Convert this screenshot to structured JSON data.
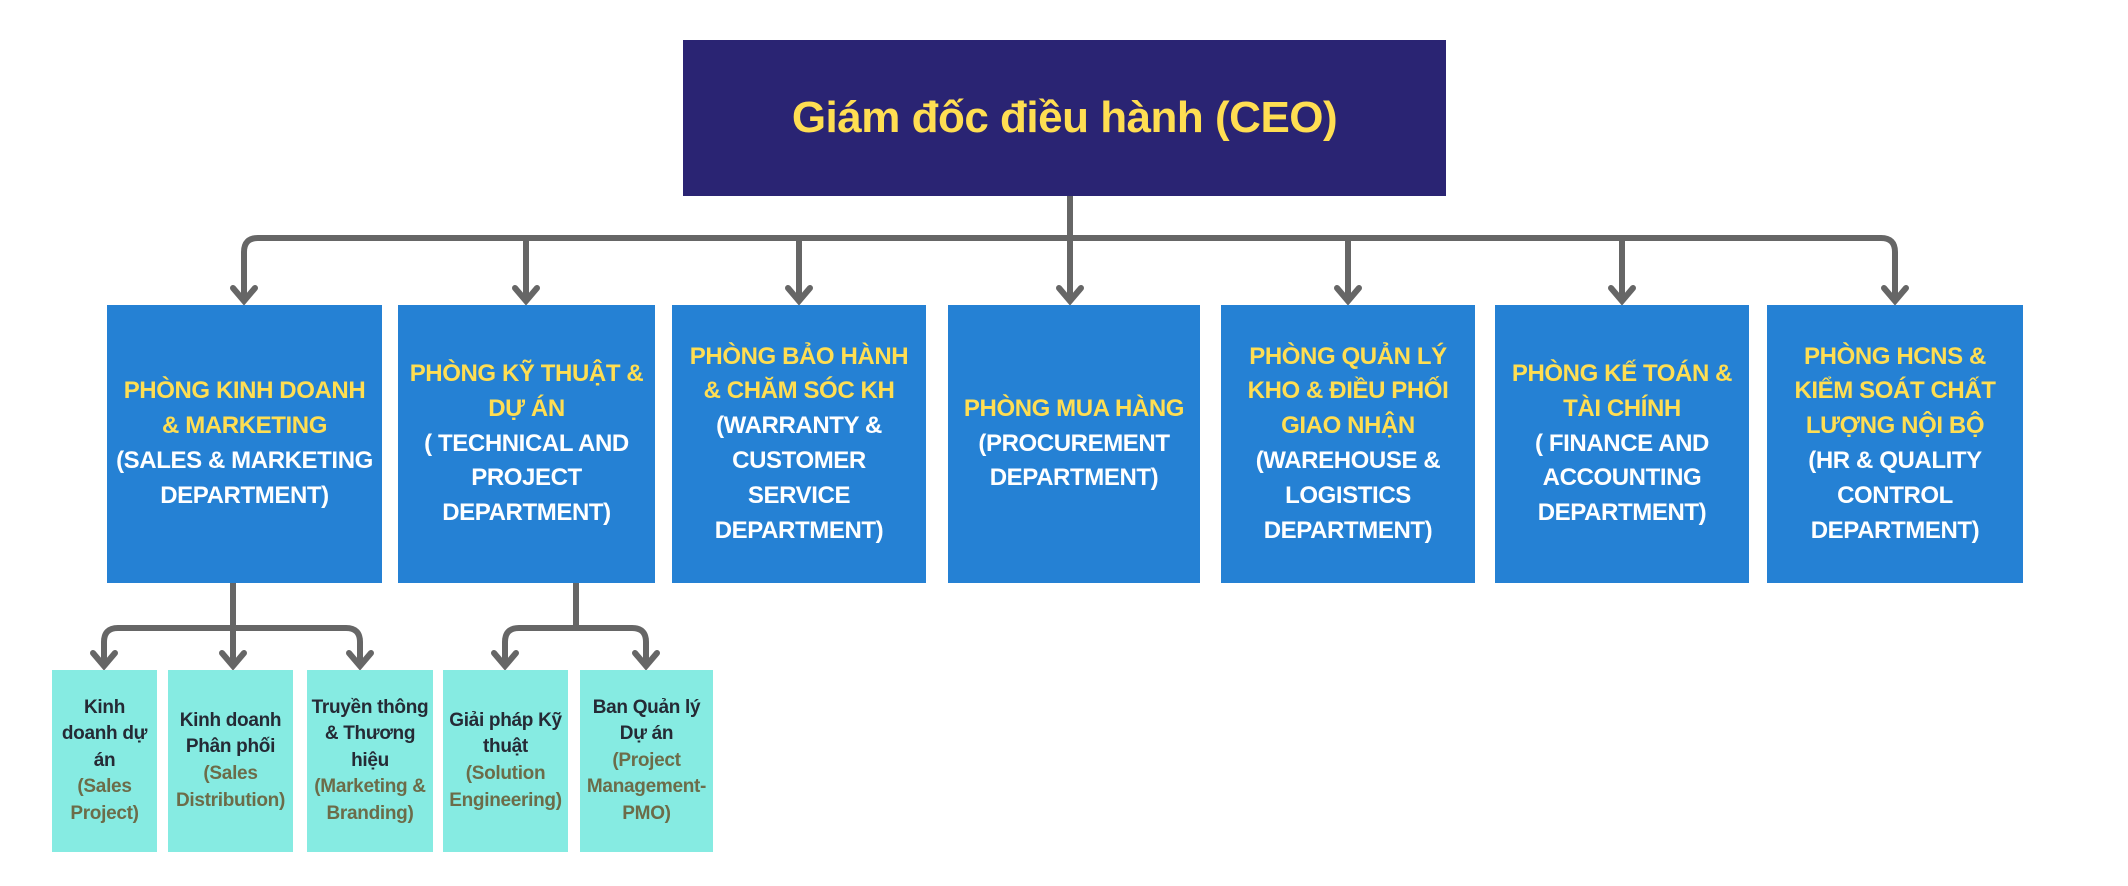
{
  "ceo": {
    "label": "Giám đốc điều hành (CEO)"
  },
  "departments": [
    {
      "name_vi": "PHÒNG KINH DOANH & MARKETING",
      "name_en": "(SALES & MARKETING DEPARTMENT)"
    },
    {
      "name_vi": "PHÒNG KỸ THUẬT & DỰ ÁN",
      "name_en": "( TECHNICAL AND PROJECT DEPARTMENT)"
    },
    {
      "name_vi": "PHÒNG BẢO HÀNH & CHĂM SÓC KH",
      "name_en": "(WARRANTY & CUSTOMER SERVICE DEPARTMENT)"
    },
    {
      "name_vi": "PHÒNG MUA HÀNG",
      "name_en": "(PROCUREMENT DEPARTMENT)"
    },
    {
      "name_vi": "PHÒNG QUẢN LÝ KHO & ĐIỀU PHỐI GIAO NHẬN",
      "name_en": "(WAREHOUSE & LOGISTICS DEPARTMENT)"
    },
    {
      "name_vi": "PHÒNG KẾ TOÁN & TÀI CHÍNH",
      "name_en": "( FINANCE AND ACCOUNTING DEPARTMENT)"
    },
    {
      "name_vi": "PHÒNG HCNS & KIỂM SOÁT CHẤT LƯỢNG NỘI BỘ",
      "name_en": "(HR & QUALITY CONTROL DEPARTMENT)"
    }
  ],
  "sub_units": [
    {
      "name_vi": "Kinh doanh dự án",
      "name_en": "(Sales Project)",
      "parent": "PHÒNG KINH DOANH & MARKETING"
    },
    {
      "name_vi": "Kinh doanh Phân phối",
      "name_en": "(Sales Distribution)",
      "parent": "PHÒNG KINH DOANH & MARKETING"
    },
    {
      "name_vi": "Truyền thông & Thương hiệu",
      "name_en": "(Marketing & Branding)",
      "parent": "PHÒNG KINH DOANH & MARKETING"
    },
    {
      "name_vi": "Giải pháp Kỹ thuật",
      "name_en": "(Solution Engineering)",
      "parent": "PHÒNG KỸ THUẬT & DỰ ÁN"
    },
    {
      "name_vi": "Ban Quản lý Dự án",
      "name_en": "(Project Management-PMO)",
      "parent": "PHÒNG KỸ THUẬT & DỰ ÁN"
    }
  ],
  "colors": {
    "ceo_background": "#2A2473",
    "department_background": "#2581D4",
    "sub_unit_background": "#86EBE2",
    "title_yellow": "#FFDE52",
    "department_subtitle_white": "#FFFFFF",
    "sub_unit_text_dark": "#252A35",
    "sub_unit_subtitle_olive": "#6C6C49",
    "connector_gray": "#666666",
    "page_background": "#FFFFFF"
  }
}
